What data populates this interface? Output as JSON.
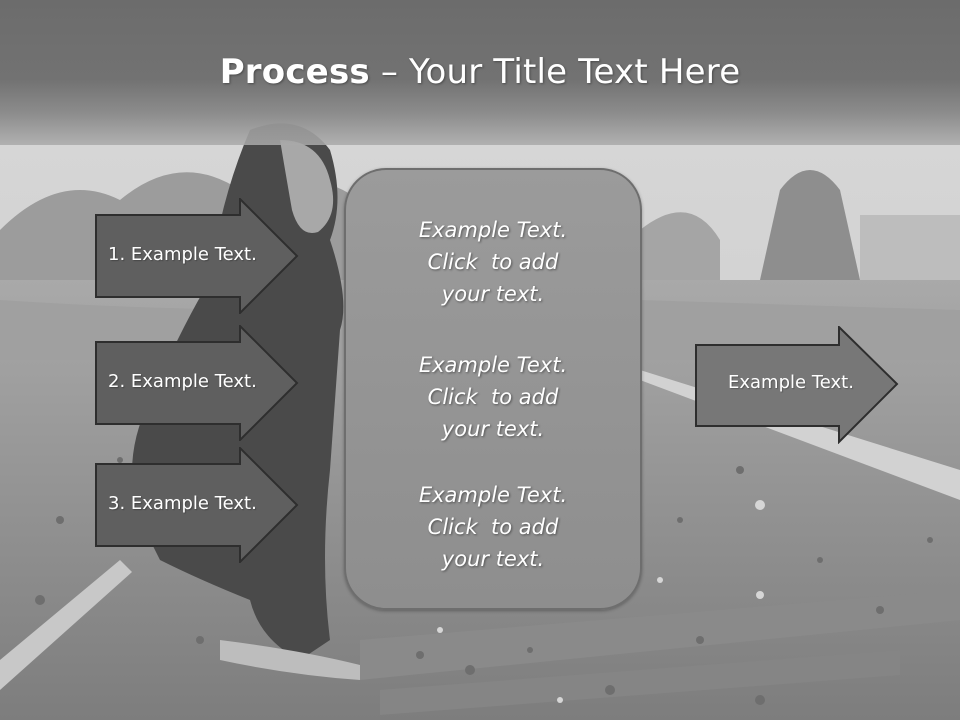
{
  "slide": {
    "title_bold": "Process",
    "title_rest": " – Your Title Text Here",
    "inputs": [
      {
        "label": "1. Example Text."
      },
      {
        "label": "2. Example Text."
      },
      {
        "label": "3. Example Text."
      }
    ],
    "center_blocks": [
      {
        "lines": [
          "Example Text.",
          "Click  to add",
          "your text."
        ]
      },
      {
        "lines": [
          "Example Text.",
          "Click  to add",
          "your text."
        ]
      },
      {
        "lines": [
          "Example Text.",
          "Click  to add",
          "your text."
        ]
      }
    ],
    "output": {
      "label": "Example Text."
    }
  },
  "colors": {
    "title_band": "#6c6c6c",
    "arrow_fill": "#5f5f5f",
    "arrow_stroke": "#2e2e2e",
    "output_arrow_fill": "#777777",
    "panel_fill": "#969696",
    "text": "#ffffff"
  }
}
